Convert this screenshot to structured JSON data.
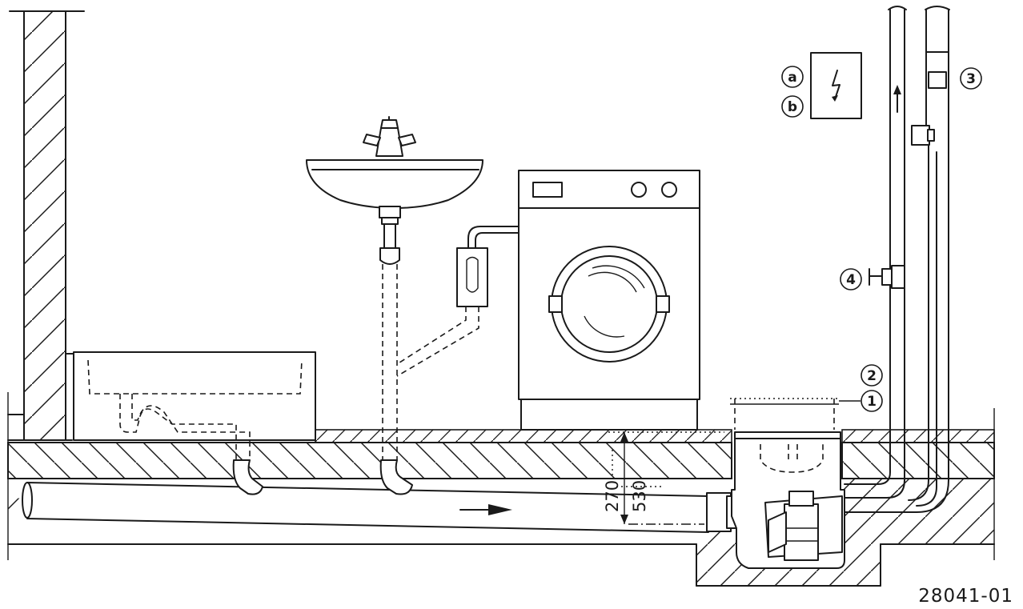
{
  "drawing_code": "28041-01",
  "callouts": {
    "c1": "1",
    "c2": "2",
    "c3": "3",
    "c4": "4",
    "ca": "a",
    "cb": "b"
  },
  "dimensions": {
    "inner": "270",
    "outer": "530"
  }
}
